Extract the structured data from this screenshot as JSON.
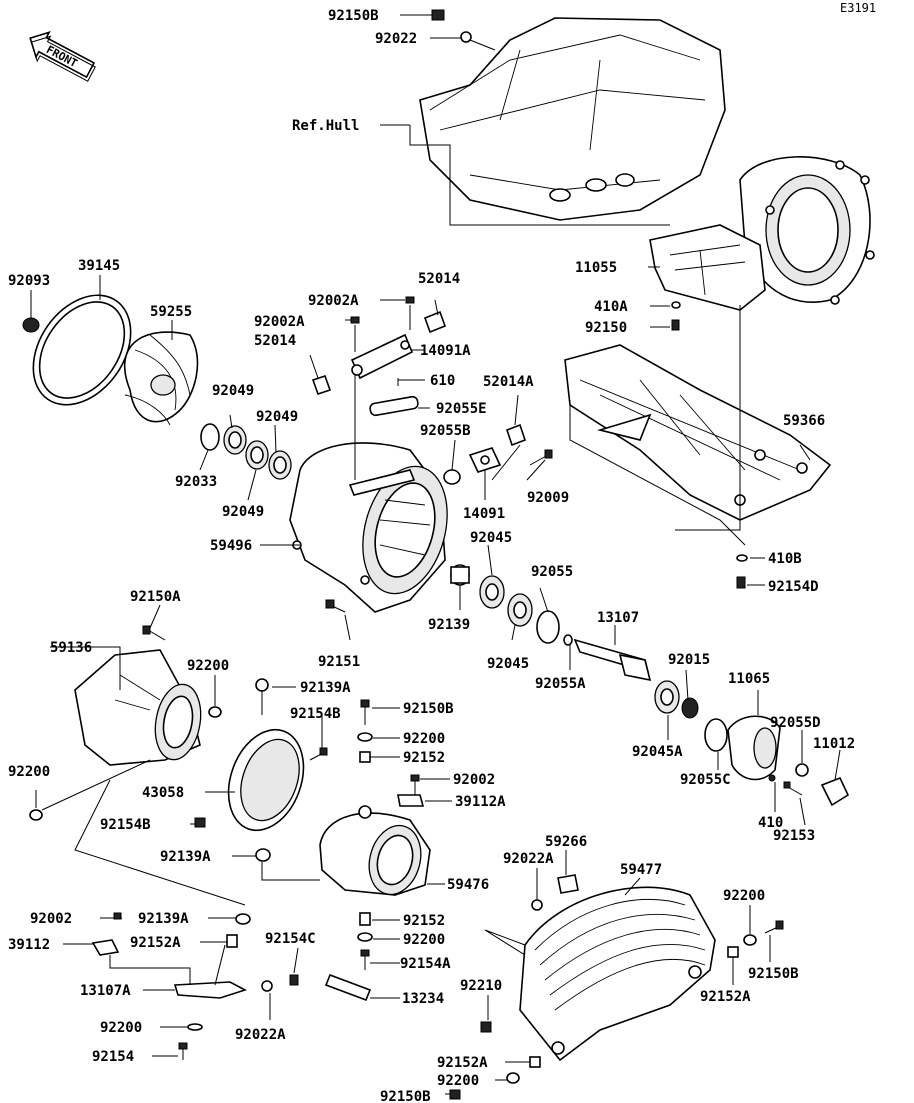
{
  "diagram_code": "E3191",
  "front_arrow": {
    "icon": "front-arrow-icon",
    "text": "FRONT"
  },
  "labels": {
    "l_92150B_top": "92150B",
    "l_92022_top": "92022",
    "l_refhull": "Ref.Hull",
    "l_92093": "92093",
    "l_39145": "39145",
    "l_59255": "59255",
    "l_52014_top": "52014",
    "l_92002A_1": "92002A",
    "l_92002A_2": "92002A",
    "l_52014_left": "52014",
    "l_14091A": "14091A",
    "l_610": "610",
    "l_92055E": "92055E",
    "l_52014A": "52014A",
    "l_92055B": "92055B",
    "l_92009": "92009",
    "l_14091": "14091",
    "l_92049_a": "92049",
    "l_92049_b": "92049",
    "l_92033": "92033",
    "l_92049_c": "92049",
    "l_59496": "59496",
    "l_11055": "11055",
    "l_410A": "410A",
    "l_92150_r": "92150",
    "l_59366": "59366",
    "l_410B": "410B",
    "l_92154D": "92154D",
    "l_92045_a": "92045",
    "l_92055": "92055",
    "l_92139": "92139",
    "l_13107": "13107",
    "l_92045_b": "92045",
    "l_92055A": "92055A",
    "l_92015": "92015",
    "l_11065": "11065",
    "l_92045A": "92045A",
    "l_92055C": "92055C",
    "l_92055D": "92055D",
    "l_11012": "11012",
    "l_410": "410",
    "l_92153": "92153",
    "l_92151": "92151",
    "l_92150A": "92150A",
    "l_59136": "59136",
    "l_92200_a": "92200",
    "l_92139A_a": "92139A",
    "l_92154B_a": "92154B",
    "l_92150B_m": "92150B",
    "l_92200_b": "92200",
    "l_92152_a": "92152",
    "l_92002_m": "92002",
    "l_39112A": "39112A",
    "l_92200_left": "92200",
    "l_43058": "43058",
    "l_92154B_b": "92154B",
    "l_92139A_b": "92139A",
    "l_59476": "59476",
    "l_92002_b": "92002",
    "l_92139A_c": "92139A",
    "l_39112": "39112",
    "l_92152A_a": "92152A",
    "l_92154C": "92154C",
    "l_92152_b": "92152",
    "l_92200_c": "92200",
    "l_92154A": "92154A",
    "l_13107A": "13107A",
    "l_13234": "13234",
    "l_92200_d": "92200",
    "l_92022A_a": "92022A",
    "l_92154": "92154",
    "l_92022A_b": "92022A",
    "l_59266": "59266",
    "l_59477": "59477",
    "l_92200_e": "92200",
    "l_92150B_b": "92150B",
    "l_92152A_b": "92152A",
    "l_92210": "92210",
    "l_92152A_c": "92152A",
    "l_92200_f": "92200",
    "l_92150B_c": "92150B"
  }
}
